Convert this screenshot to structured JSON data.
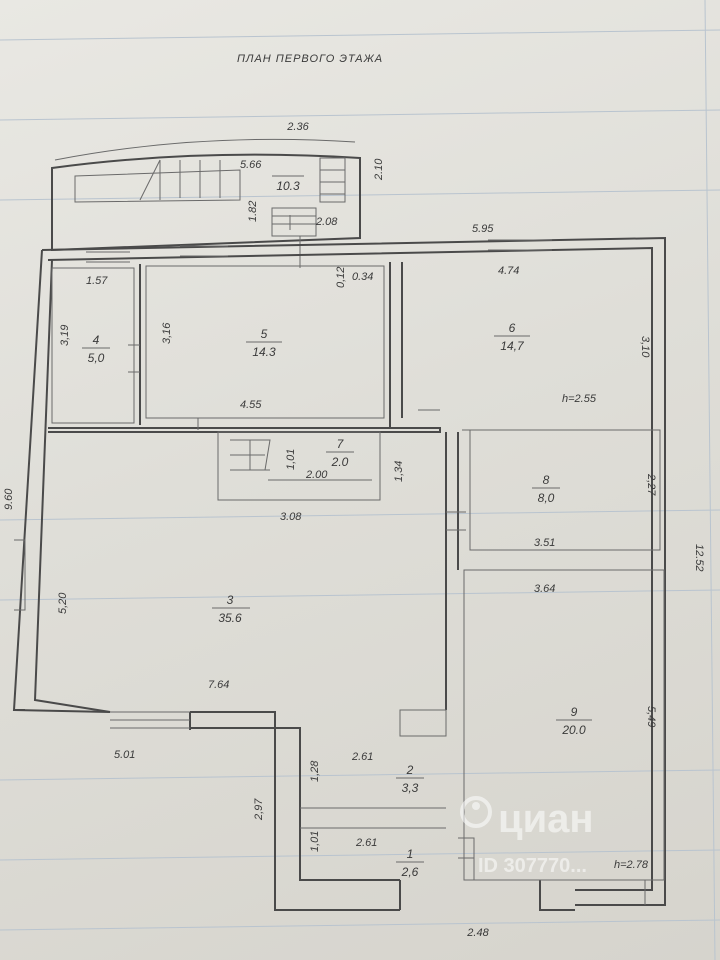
{
  "plan": {
    "title": "ПЛАН ПЕРВОГО ЭТАЖА",
    "dims": {
      "top_width": "2.36",
      "porch_5_66": "5.66",
      "porch_2_10": "2.10",
      "porch_1_82": "1.82",
      "porch_2_08": "2.08",
      "d_5_95": "5.95",
      "d_1_57": "1.57",
      "d_0_12": "0,12",
      "d_0_34": "0.34",
      "d_4_74": "4.74",
      "d_3_19": "3,19",
      "d_3_16": "3,16",
      "d_3_10": "3,10",
      "d_4_55": "4.55",
      "h_upper": "h=2.55",
      "d_1_01a": "1,01",
      "d_2_00": "2.00",
      "d_1_34": "1,34",
      "d_3_08": "3.08",
      "d_2_27": "2,27",
      "d_3_51": "3.51",
      "total_left": "9.60",
      "total_right": "12.52",
      "d_5_20": "5,20",
      "d_3_64": "3.64",
      "d_7_64": "7.64",
      "d_5_49": "5,49",
      "d_5_01": "5.01",
      "d_2_61a": "2.61",
      "d_1_28": "1,28",
      "d_2_97": "2,97",
      "d_2_61b": "2.61",
      "d_1_01b": "1,01",
      "h_lower": "h=2.78",
      "d_2_48": "2.48"
    },
    "rooms": [
      {
        "num": "1",
        "area": "2,6"
      },
      {
        "num": "2",
        "area": "3,3"
      },
      {
        "num": "3",
        "area": "35.6"
      },
      {
        "num": "4",
        "area": "5,0"
      },
      {
        "num": "5",
        "area": "14.3"
      },
      {
        "num": "6",
        "area": "14,7"
      },
      {
        "num": "7",
        "area": "2.0"
      },
      {
        "num": "8",
        "area": "8,0"
      },
      {
        "num": "9",
        "area": "20.0"
      },
      {
        "num": "",
        "area": "10.3"
      }
    ]
  },
  "watermark": {
    "brand": "циан",
    "id": "ID 307770..."
  },
  "colors": {
    "paper": "#e4e3de",
    "ink": "#3a3a3a",
    "wall": "#4a4a4a",
    "ruling": "#b9c4cf"
  }
}
